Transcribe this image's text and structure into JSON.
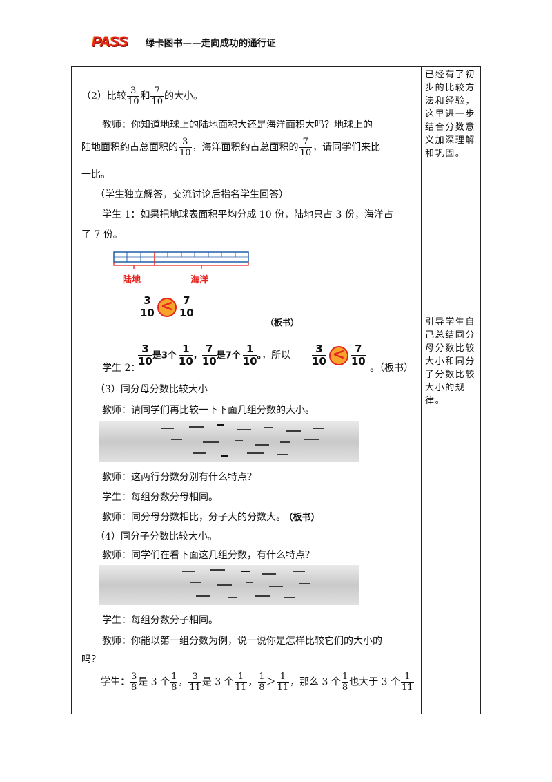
{
  "header": {
    "logo_text": "PASS",
    "brand_text": "绿卡图书——走向成功的通行证"
  },
  "side_notes": [
    "已经有了初步的比较方法和经验，这里进一步结合分数意义加深理解和巩固。",
    "引导学生自己总结同分母分数比较大小和同分子分数比较大小的规律。"
  ],
  "content": {
    "q2_prefix": "（2）比较",
    "q2_and": "和",
    "q2_suffix": "的大小。",
    "f3_10": {
      "n": "3",
      "d": "10"
    },
    "f7_10": {
      "n": "7",
      "d": "10"
    },
    "f1_10": {
      "n": "1",
      "d": "10"
    },
    "teacher1_a": "教师：你知道地球上的陆地面积大还是海洋面积大吗？地球上的",
    "teacher1_b1": "陆地面积约占总面积的",
    "teacher1_b2": "，海洋面积约占总面积的",
    "teacher1_b3": "，请同学们来比",
    "teacher1_c": "一比。",
    "note1": "（学生独立解答，交流讨论后指名学生回答）",
    "s1_a": "学生 1：如果把地球表面积平均分成 10 份，陆地只占 3 份，海洋占",
    "s1_b": "了 7 份。",
    "label_land": "陆地",
    "label_ocean": "海洋",
    "less_sign": "<",
    "board1": "（板书）",
    "s2_prefix": "学生 2：",
    "s2_is3": "是3个",
    "s2_comma": "，",
    "s2_is7": "是7个",
    "s2_dot": "。",
    "s2_so": "，所以",
    "board2": "。（板书）",
    "q3": "（3）同分母分数比较大小",
    "t3": "教师：请同学们再比较一下下面几组分数的大小。",
    "t4": "教师：这两行分数分别有什么特点？",
    "st4": "学生：每组分数分母相同。",
    "t5_a": "教师：同分母分数相比，分子大的分数大。",
    "t5_b": "（板书）",
    "q4": "（4）同分子分数比较大小。",
    "t6": "教师：同学们在看下面这几组分数，有什么特点？",
    "st6": "学生：每组分数分子相同。",
    "t7_a": "教师：你能以第一组分数为例，说一说你是怎样比较它们的大小的",
    "t7_b": "吗？",
    "last_prefix": "学生：",
    "f3_8": {
      "n": "3",
      "d": "8"
    },
    "f1_8": {
      "n": "1",
      "d": "8"
    },
    "f3_11": {
      "n": "3",
      "d": "11"
    },
    "f1_11": {
      "n": "1",
      "d": "11"
    },
    "last_is3": "是 3 个",
    "last_c1": "，",
    "last_c2": "，",
    "last_gt": "＞",
    "last_then": "，那么 3 个",
    "last_more": "也大于 3 个"
  }
}
